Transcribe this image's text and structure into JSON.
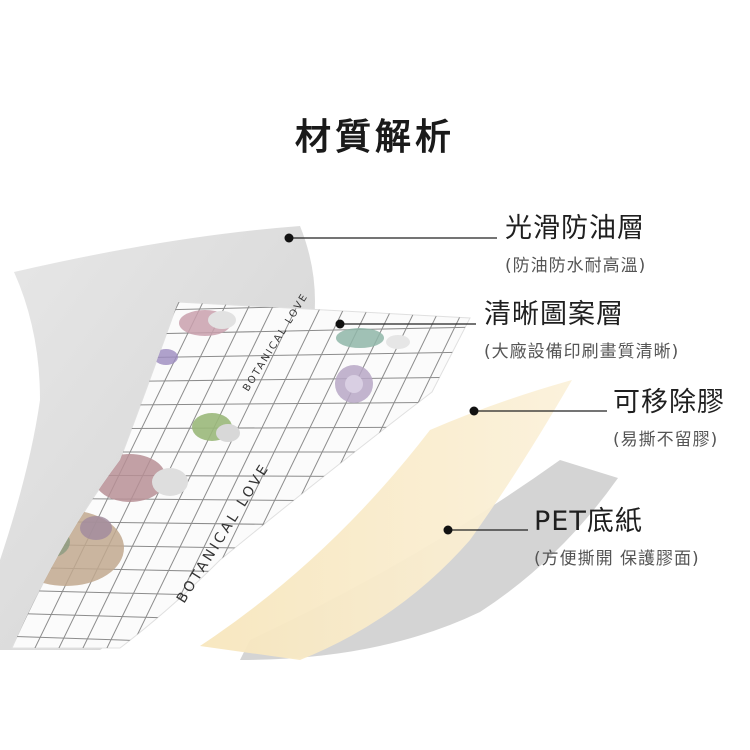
{
  "title": "材質解析",
  "layers": [
    {
      "name": "光滑防油層",
      "desc": "(防油防水耐高溫)"
    },
    {
      "name": "清晰圖案層",
      "desc": "(大廠設備印刷畫質清晰)"
    },
    {
      "name": "可移除膠",
      "desc": "(易撕不留膠)"
    },
    {
      "name": "PET底紙",
      "desc": "(方便撕開 保護膠面)"
    }
  ],
  "print_text": [
    "BOTANICAL LOVE",
    "BOTANICAL LOVE"
  ],
  "colors": {
    "top_film": "#d8d8d8",
    "adhesive": "#f6e3b6",
    "pet_base": "#cfcfcf",
    "grid_line": "#8c8c8c",
    "leader_line": "#222222"
  }
}
